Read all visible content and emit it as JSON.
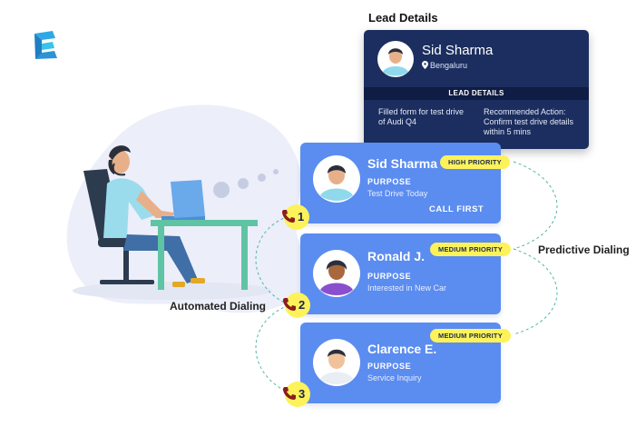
{
  "lead_details": {
    "title": "Lead Details",
    "name": "Sid Sharma",
    "location": "Bengaluru",
    "section_header": "LEAD DETAILS",
    "note_left": [
      "Filled form for test drive",
      "of Audi Q4"
    ],
    "note_right": [
      "Recommended Action:",
      "Confirm test drive details",
      "within 5 mins"
    ]
  },
  "calls": [
    {
      "step": "1",
      "name": "Sid Sharma",
      "priority": "HIGH PRIORITY",
      "purpose_label": "PURPOSE",
      "purpose": "Test Drive Today",
      "action": "CALL FIRST"
    },
    {
      "step": "2",
      "name": "Ronald J.",
      "priority": "MEDIUM PRIORITY",
      "purpose_label": "PURPOSE",
      "purpose": "Interested in New Car"
    },
    {
      "step": "3",
      "name": "Clarence E.",
      "priority": "MEDIUM PRIORITY",
      "purpose_label": "PURPOSE",
      "purpose": "Service Inquiry"
    }
  ],
  "labels": {
    "automated": "Automated Dialing",
    "predictive": "Predictive Dialing"
  },
  "colors": {
    "card": "#5b8cf0",
    "lead_card": "#1c2e5f",
    "badge": "#fdf25a",
    "connector": "#4fb6a6"
  },
  "icons": [
    "logo-icon",
    "location-pin-icon",
    "phone-icon"
  ]
}
